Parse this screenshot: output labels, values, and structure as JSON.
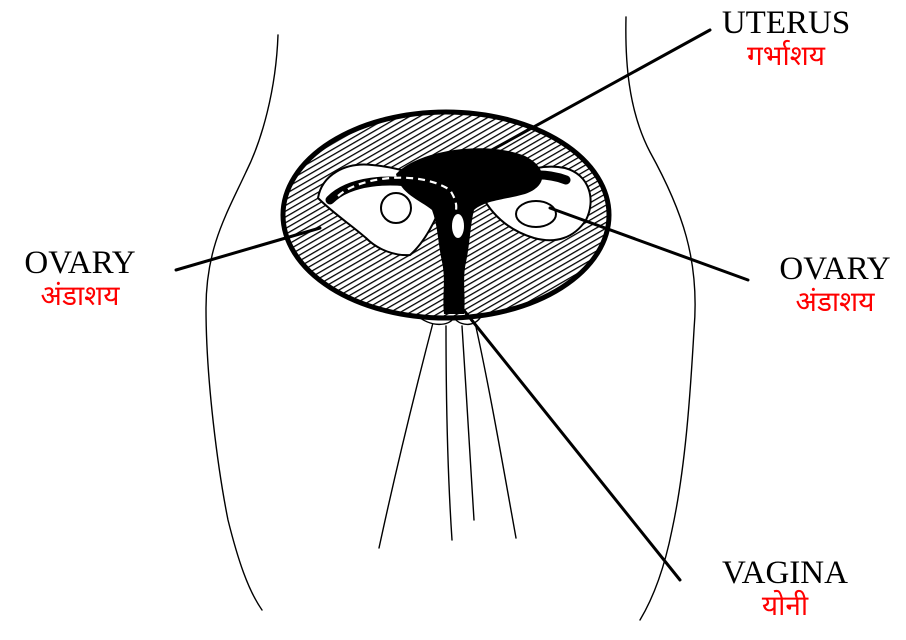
{
  "labels": {
    "uterus": {
      "en": "UTERUS",
      "hi": "गर्भाशय"
    },
    "ovary_left": {
      "en": "OVARY",
      "hi": "अंडाशय"
    },
    "ovary_right": {
      "en": "OVARY",
      "hi": "अंडाशय"
    },
    "vagina": {
      "en": "VAGINA",
      "hi": "योनी"
    }
  },
  "colors": {
    "english_text": "#000000",
    "hindi_text": "#ff0000",
    "lines": "#000000"
  }
}
